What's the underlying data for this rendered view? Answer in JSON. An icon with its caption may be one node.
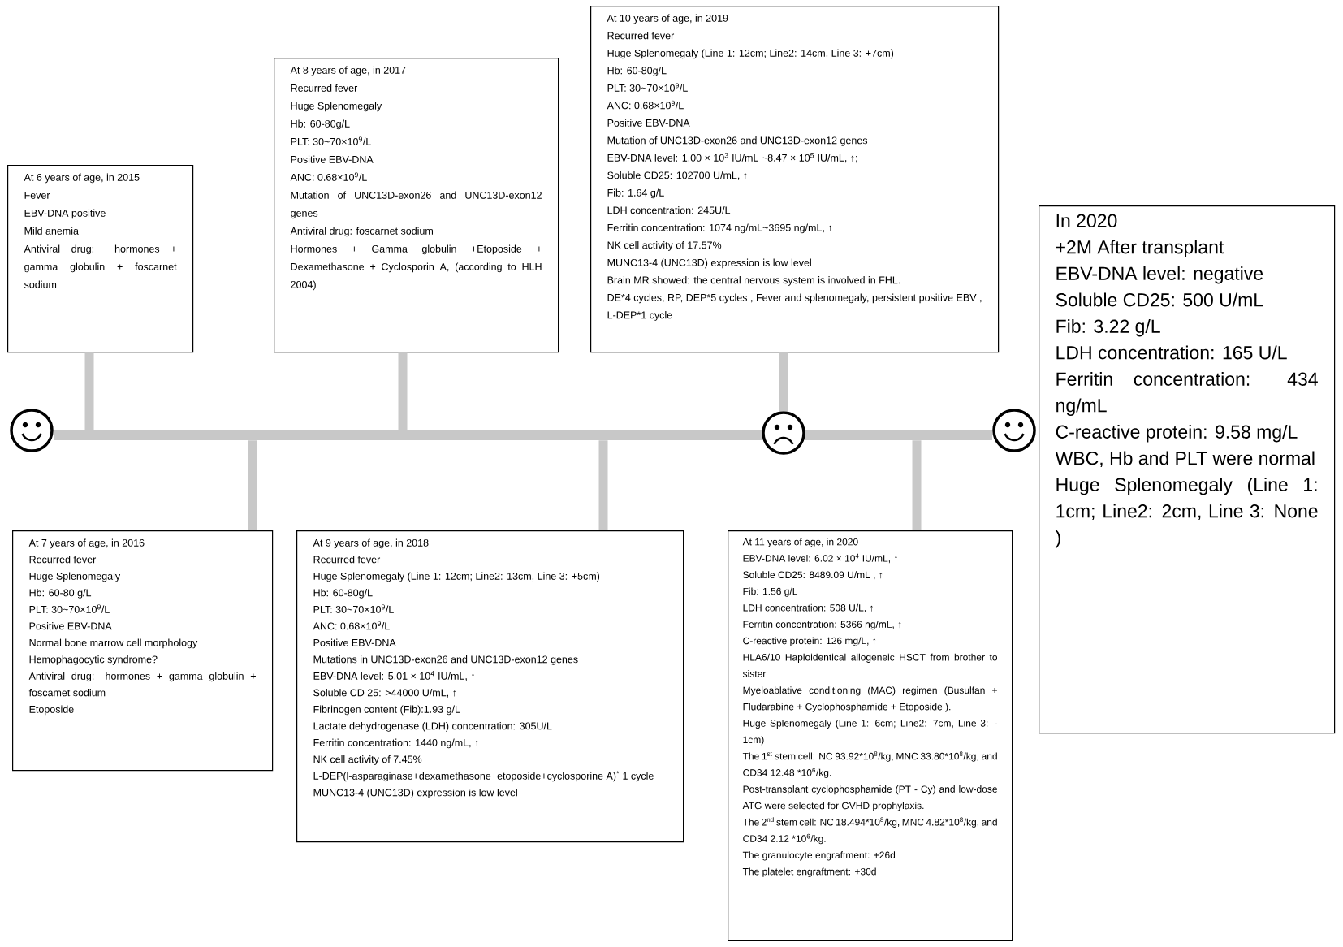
{
  "diagram": {
    "nodes": [
      {
        "text": [
          "At 6 years of age, in 2015",
          "Fever",
          "EBV-DNA positive",
          "Mild anemia",
          "Antiviral drug: hormones + gamma globulin + foscarnet sodium"
        ]
      },
      {
        "text": [
          "At 7 years of age, in 2016",
          "Recurred fever",
          "Huge Splenomegaly",
          "Hb: 60-80 g/L",
          "PLT: 30~70×10$^{9}$/L",
          "Positive EBV-DNA",
          "Normal bone marrow cell morphology",
          "Hemophagocytic syndrome?",
          "Antiviral drug: hormones + gamma globulin + foscamet sodium",
          "Etoposide"
        ]
      },
      {
        "text": [
          "At 8 years of age, in 2017",
          "Recurred fever",
          "Huge Splenomegaly",
          "Hb: 60-80g/L",
          "PLT: 30~70×10$^{9}$/L",
          "Positive EBV-DNA",
          "ANC: 0.68×10$^{9}$/L",
          "Mutation of UNC13D-exon26 and UNC13D-exon12 genes",
          "Antiviral drug: foscarnet sodium",
          "Hormones + Gamma globulin +Etoposide + Dexamethasone + Cyclosporin A, (according to HLH 2004)"
        ]
      },
      {
        "text": [
          "At 9 years of age, in 2018",
          "Recurred fever",
          "Huge Splenomegaly (Line 1: 12cm; Line2: 13cm, Line 3: +5cm)",
          "Hb: 60-80g/L",
          "PLT: 30~70×10$^{9}$/L",
          "ANC: 0.68×10$^{9}$/L",
          "Positive EBV-DNA",
          "Mutations in UNC13D-exon26 and UNC13D-exon12 genes",
          "EBV-DNA level: 5.01 × 10$^{4}$ IU/mL, ↑",
          "Soluble CD 25: >44000 U/mL, ↑",
          "Fibrinogen content (Fib):1.93 g/L",
          "Lactate dehydrogenase (LDH) concentration: 305U/L",
          "Ferritin concentration: 1440 ng/mL, ↑",
          "NK cell activity of 7.45%",
          "L-DEP(l-asparaginase+dexamethasone+etoposide+cyclosporine A)$^{*}$ 1 cycle",
          "MUNC13-4 (UNC13D) expression is low level"
        ]
      },
      {
        "text": [
          "At 10 years of age, in 2019",
          "Recurred fever",
          "Huge Splenomegaly (Line 1: 12cm; Line2: 14cm, Line 3: +7cm)",
          "Hb: 60-80g/L",
          "PLT: 30~70×10$^{9}$/L",
          "ANC: 0.68×10$^{9}$/L",
          "Positive EBV-DNA",
          "Mutation of UNC13D-exon26 and UNC13D-exon12 genes",
          "EBV-DNA level: 1.00 × 10$^{3}$ IU/mL ~8.47 × 10$^{5}$ IU/mL, ↑;",
          "Soluble CD25: 102700 U/mL, ↑",
          "Fib: 1.64 g/L",
          "LDH concentration: 245U/L",
          "Ferritin concentration: 1074 ng/mL~3695 ng/mL, ↑",
          "NK cell activity of 17.57%",
          "MUNC13-4 (UNC13D) expression is low level",
          "Brain MR showed: the central nervous system is involved in FHL.",
          "DE*4 cycles, RP, DEP*5 cycles , Fever and splenomegaly, persistent positive EBV , L-DEP*1 cycle"
        ]
      },
      {
        "text": [
          "At 11 years of age, in 2020",
          "EBV-DNA level: 6.02 × 10$^{4}$ IU/mL, ↑",
          "Soluble CD25: 8489.09 U/mL , ↑",
          "Fib: 1.56 g/L",
          "LDH concentration: 508 U/L, ↑",
          "Ferritin concentration: 5366 ng/mL, ↑",
          "C-reactive protein: 126 mg/L, ↑",
          "HLA6/10 Haploidentical allogeneic HSCT from brother to sister",
          "Myeloablative conditioning (MAC) regimen (Busulfan + Fludarabine + Cyclophosphamide + Etoposide ).",
          "Huge Splenomegaly (Line 1: 6cm; Line2: 7cm, Line 3: -1cm)",
          "The 1$^{st}$ stem cell: NC 93.92*10$^{8}$/kg, MNC 33.80*10$^{8}$/kg, and CD34 12.48 *10$^{6}$/kg.",
          "Post-transplant cyclophosphamide (PT - Cy) and low-dose ATG were selected for GVHD prophylaxis.",
          "The 2$^{nd}$ stem cell: NC 18.494*10$^{8}$/kg, MNC 4.82*10$^{8}$/kg, and CD34 2.12 *10$^{6}$/kg.",
          "The granulocyte engraftment: +26d",
          "The platelet engraftment: +30d"
        ]
      },
      {
        "text": [
          "In 2020",
          "+2M After transplant",
          "EBV-DNA level: negative",
          "Soluble CD25: 500 U/mL",
          "Fib: 3.22 g/L",
          "LDH concentration: 165 U/L",
          "Ferritin concentration: 434 ng/mL",
          "C-reactive protein: 9.58 mg/L",
          "WBC, Hb and PLT were normal",
          "Huge Splenomegaly (Line 1: 1cm; Line2: 2cm, Line 3: None )"
        ]
      },
      {
        "text": [],
        "shape": "bar"
      },
      {
        "text": [],
        "shape": "circle"
      },
      {
        "text": [],
        "shape": "circle"
      },
      {
        "text": [],
        "shape": "circle"
      }
    ],
    "edges": [
      {
        "from": 0,
        "to": 7,
        "arrow": "none"
      },
      {
        "from": 1,
        "to": 7,
        "arrow": "none"
      },
      {
        "from": 2,
        "to": 7,
        "arrow": "none"
      },
      {
        "from": 3,
        "to": 7,
        "arrow": "none"
      },
      {
        "from": 4,
        "to": 9,
        "arrow": "none"
      },
      {
        "from": 5,
        "to": 7,
        "arrow": "none"
      }
    ]
  }
}
